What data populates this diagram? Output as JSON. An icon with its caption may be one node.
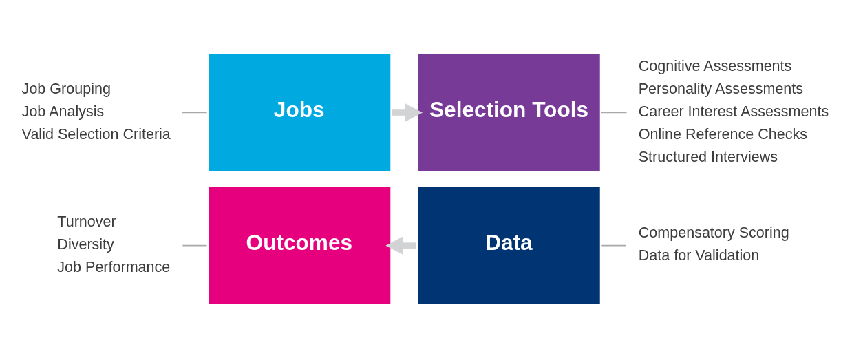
{
  "diagram": {
    "nodes": [
      {
        "text": [
          "Jobs"
        ]
      },
      {
        "text": [
          "Selection Tools"
        ]
      },
      {
        "text": [
          "Outcomes"
        ]
      },
      {
        "text": [
          "Data"
        ]
      },
      {
        "text": [
          "Job Grouping",
          "Job Analysis",
          "Valid Selection Criteria"
        ]
      },
      {
        "text": [
          "Cognitive Assessments",
          "Personality Assessments",
          "Career Interest Assessments",
          "Online Reference Checks",
          "Structured Interviews"
        ]
      },
      {
        "text": [
          "Turnover",
          "Diversity",
          "Job Performance"
        ]
      },
      {
        "text": [
          "Compensatory Scoring",
          "Data for Validation"
        ]
      }
    ],
    "edges": [
      {
        "from": 0,
        "to": 1,
        "arrow": "to",
        "style": "thick",
        "color": "#d1d3d4"
      },
      {
        "from": 3,
        "to": 2,
        "arrow": "to",
        "style": "thick",
        "color": "#d1d3d4"
      },
      {
        "from": 4,
        "to": 0,
        "arrow": "none"
      },
      {
        "from": 1,
        "to": 5,
        "arrow": "none"
      },
      {
        "from": 6,
        "to": 2,
        "arrow": "none"
      },
      {
        "from": 3,
        "to": 7,
        "arrow": "none"
      }
    ]
  }
}
